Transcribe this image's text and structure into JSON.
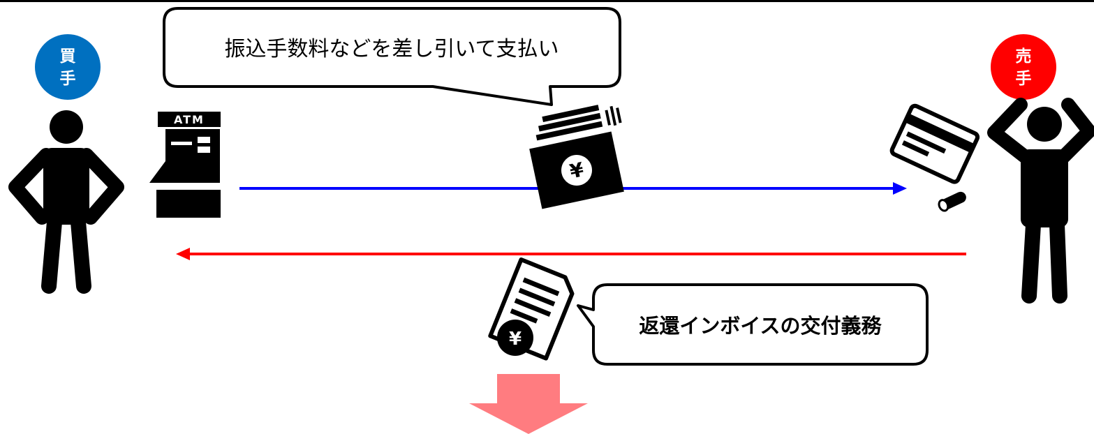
{
  "buyer": {
    "label_line1": "買",
    "label_line2": "手",
    "color": "#0070c0"
  },
  "seller": {
    "label_line1": "売",
    "label_line2": "手",
    "color": "#ff0000"
  },
  "atm": {
    "label": "ATM"
  },
  "payment_callout": {
    "text": "振込手数料などを差し引いて支払い"
  },
  "return_invoice_callout": {
    "text": "返還インボイスの交付義務"
  },
  "currency_symbol": "¥",
  "colors": {
    "payment_arrow": "#0000ff",
    "return_arrow": "#ff0000",
    "down_arrow": "#ff7c80",
    "figure": "#000000"
  }
}
